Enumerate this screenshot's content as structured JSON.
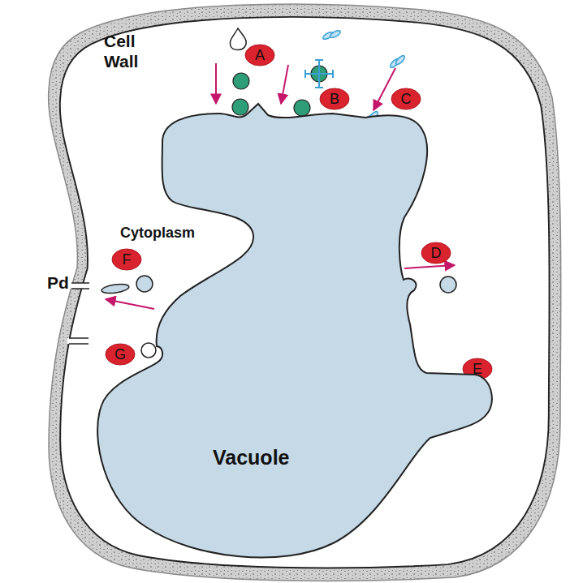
{
  "diagram": {
    "nodes": [
      {
        "text": [
          "A"
        ]
      },
      {
        "text": [
          "B"
        ]
      },
      {
        "text": [
          "C"
        ]
      },
      {
        "text": [
          "D"
        ]
      },
      {
        "text": [
          "E"
        ]
      },
      {
        "text": [
          "F"
        ]
      },
      {
        "text": [
          "G"
        ]
      },
      {
        "text": [
          "Vacuole"
        ]
      }
    ],
    "labels": [
      "Cell Wall",
      "Cytoplasm",
      "Pd"
    ]
  }
}
